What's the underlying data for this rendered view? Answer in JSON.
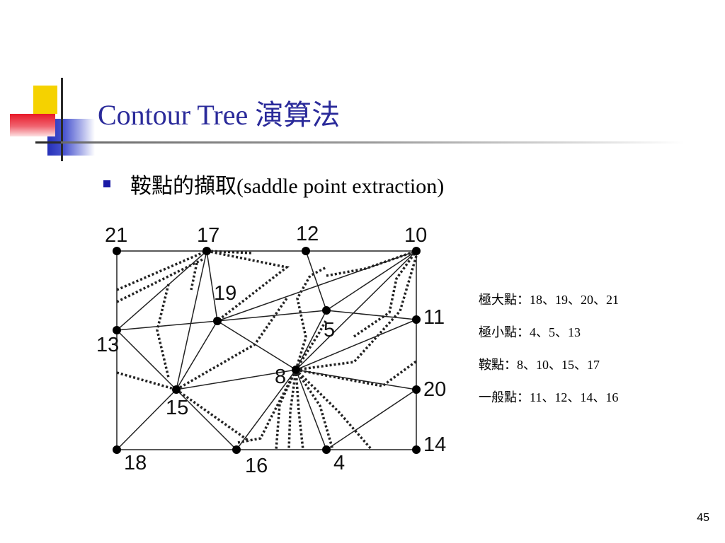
{
  "slide": {
    "title": "Contour Tree 演算法",
    "bullet": "鞍點的擷取(saddle point extraction)",
    "page_number": "45"
  },
  "legend": [
    "極大點：18、19、20、21",
    "極小點：4、5、13",
    "鞍點：8、10、15、17",
    "一般點：11、12、14、16"
  ],
  "figure": {
    "vertex_labels": {
      "v21": "21",
      "v17": "17",
      "v12": "12",
      "v10": "10",
      "v19": "19",
      "v11": "11",
      "v13": "13",
      "v5": "5",
      "v8": "8",
      "v20": "20",
      "v15": "15",
      "v18": "18",
      "v16": "16",
      "v4": "4",
      "v14": "14"
    }
  }
}
